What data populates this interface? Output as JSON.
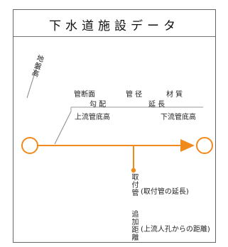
{
  "title": "下水道施設データ",
  "side_label": "地盤高",
  "row1": {
    "a": "管断面",
    "b": "管 径",
    "c": "材 質"
  },
  "row2": {
    "a": "勾 配",
    "b": "延 長"
  },
  "upstream": "上流管底高",
  "downstream": "下流管底高",
  "branch1": {
    "label": "取付管",
    "note": "(取付管の延長)"
  },
  "branch2": {
    "label": "追加距離",
    "note": "(上流人孔からの距離)"
  },
  "colors": {
    "accent": "#f08a1c"
  }
}
